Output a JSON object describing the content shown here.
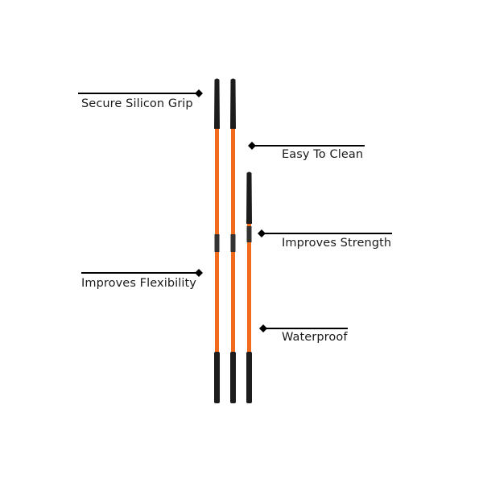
{
  "features": {
    "grip": "Secure Silicon Grip",
    "clean": "Easy To Clean",
    "strength": "Improves Strength",
    "flexibility": "Improves Flexibility",
    "waterproof": "Waterproof"
  },
  "colors": {
    "shaft": "#f26a1b",
    "grip": "#1c1c1c",
    "callout_line": "#000000",
    "text": "#1a1a1a"
  }
}
